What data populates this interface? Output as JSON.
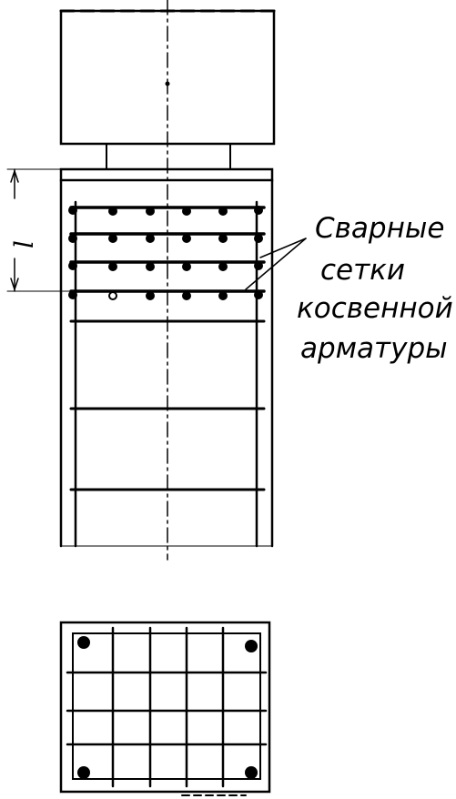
{
  "dimension_label": "l",
  "annotation": {
    "line1": "Сварные",
    "line2": "сетки",
    "line3": "косвенной",
    "line4": "арматуры"
  },
  "colors": {
    "ink": "#000000",
    "paper": "#ffffff"
  }
}
